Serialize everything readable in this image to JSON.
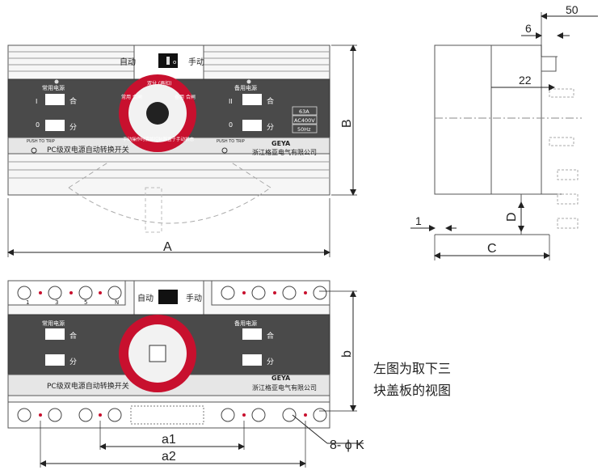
{
  "dimensions": {
    "top_width": "A",
    "top_height": "B",
    "side_depth": "C",
    "side_d": "D",
    "side_1": "1",
    "side_50": "50",
    "side_6": "6",
    "side_22": "22",
    "bottom_height": "b",
    "bottom_a1": "a1",
    "bottom_a2": "a2",
    "holes": "8- ϕ K"
  },
  "panel": {
    "auto_label": "自动",
    "manual_label": "手动",
    "off_label": "o",
    "main_power": "常用电源",
    "backup_power": "备用电源",
    "on_label": "合",
    "off_cn": "分",
    "roman_one": "I",
    "roman_two": "II",
    "zero": "0",
    "title": "PC级双电源自动转换开关",
    "brand": "GEYA",
    "company": "浙江格亚电气有限公司",
    "push_to_trip": "PUSH TO TRIP",
    "rating_current": "63A",
    "rating_voltage": "AC400V",
    "rating_freq": "50Hz",
    "dial_top": "双分 (再扣)",
    "dial_left": "常用 合闸",
    "dial_right": "备用 合闸",
    "dial_bottom": "手动操作时需将控制器置于手动状态"
  },
  "terminals": [
    "1",
    "3",
    "5",
    "N"
  ],
  "note": {
    "line1": "左图为取下三",
    "line2": "块盖板的视图"
  }
}
